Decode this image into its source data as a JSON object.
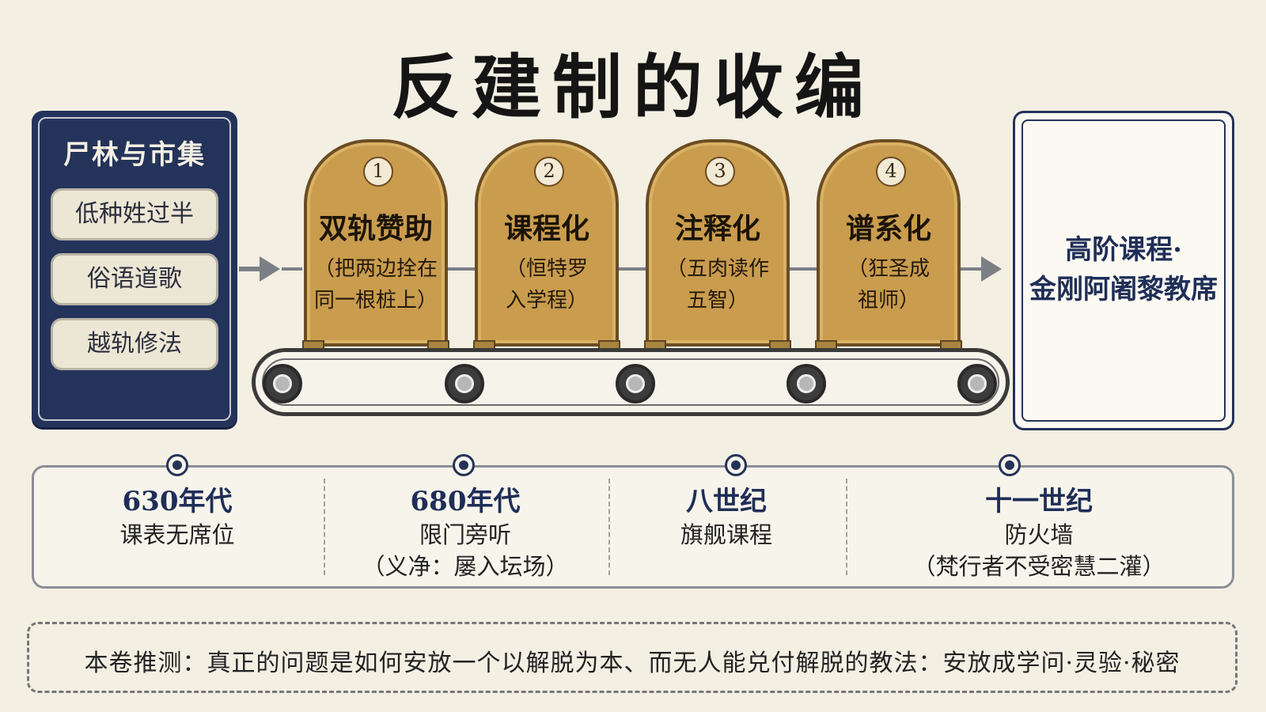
{
  "title": "反建制的收编",
  "left_panel": {
    "title": "尸林与市集",
    "items": [
      "低种姓过半",
      "俗语道歌",
      "越轨修法"
    ]
  },
  "stages": [
    {
      "num": "1",
      "name": "双轨赞助",
      "note_line1": "（把两边拴在",
      "note_line2": "同一根桩上）"
    },
    {
      "num": "2",
      "name": "课程化",
      "note_line1": "（恒特罗",
      "note_line2": "入学程）"
    },
    {
      "num": "3",
      "name": "注释化",
      "note_line1": "（五肉读作",
      "note_line2": "五智）"
    },
    {
      "num": "4",
      "name": "谱系化",
      "note_line1": "（狂圣成",
      "note_line2": "祖师）"
    }
  ],
  "right_panel": {
    "line1": "高阶课程·",
    "line2": "金刚阿阇黎教席"
  },
  "timeline": [
    {
      "period": "630年代",
      "desc1": "课表无席位",
      "desc2": ""
    },
    {
      "period": "680年代",
      "desc1": "限门旁听",
      "desc2": "（义净：屡入坛场）"
    },
    {
      "period": "八世纪",
      "desc1": "旗舰课程",
      "desc2": ""
    },
    {
      "period": "十一世纪",
      "desc1": "防火墙",
      "desc2": "（梵行者不受密慧二灌）"
    }
  ],
  "note": "本卷推测：真正的问题是如何安放一个以解脱为本、而无人能兑付解脱的教法：安放成学问·灵验·秘密",
  "colors": {
    "navy": "#24335a",
    "tablet": "#c99c4e",
    "background": "#f3efe3"
  }
}
